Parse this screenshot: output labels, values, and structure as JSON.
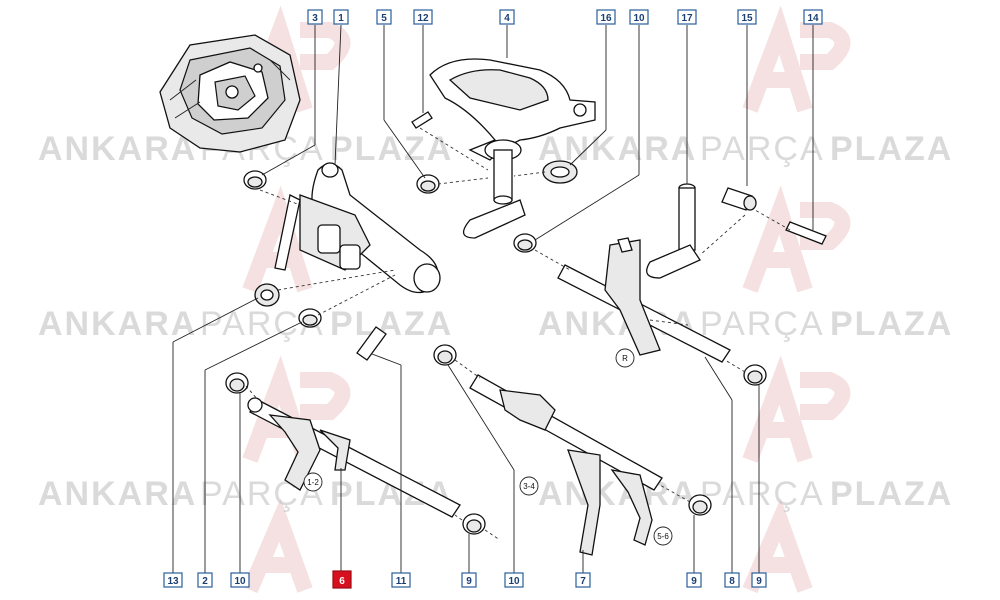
{
  "watermark": {
    "word1": "ANKARA",
    "word2": "PARÇA",
    "word3": "PLAZA",
    "logo_color": "#e3a8a8"
  },
  "callouts": {
    "top": [
      "3",
      "1",
      "5",
      "12",
      "4",
      "16",
      "10",
      "17",
      "15",
      "14"
    ],
    "bottom": [
      "13",
      "2",
      "10",
      "6",
      "11",
      "9",
      "10",
      "7",
      "9",
      "8",
      "9"
    ],
    "selected": "6"
  },
  "gear_labels": {
    "fork_1_2": "1-2",
    "fork_3_4": "3-4",
    "fork_5_6": "5-6",
    "fork_r": "R"
  },
  "colors": {
    "callout_border": "#2a5d9b",
    "selected_fill": "#d7101e"
  }
}
